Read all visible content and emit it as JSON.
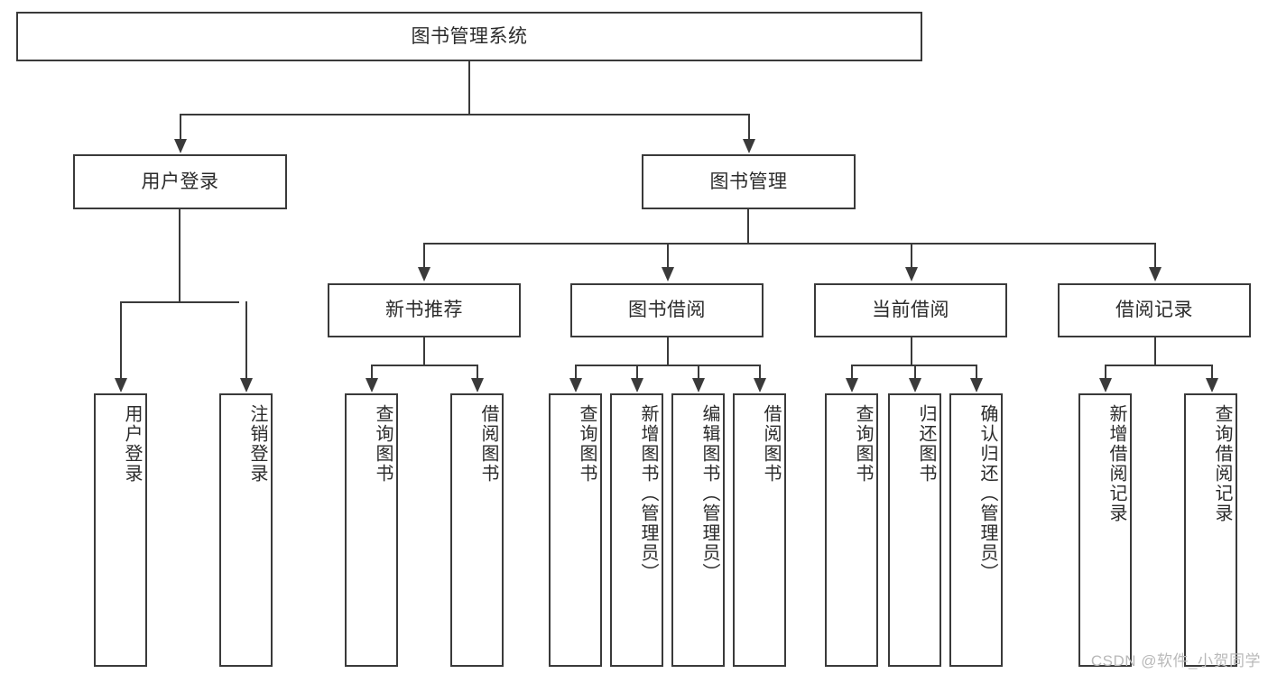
{
  "diagram": {
    "type": "tree",
    "title": "图书管理系统",
    "watermark": "CSDN @软件_小贺同学",
    "colors": {
      "stroke": "#3a3a3a",
      "text": "#2b2b2b",
      "background": "#ffffff",
      "watermark": "#b9b9b9"
    },
    "root": {
      "label": "图书管理系统"
    },
    "level2": [
      {
        "label": "用户登录"
      },
      {
        "label": "图书管理"
      }
    ],
    "level3": [
      {
        "label": "新书推荐"
      },
      {
        "label": "图书借阅"
      },
      {
        "label": "当前借阅"
      },
      {
        "label": "借阅记录"
      }
    ],
    "leaves": {
      "user_login": [
        {
          "label": "用户登录"
        },
        {
          "label": "注销登录"
        }
      ],
      "new_book": [
        {
          "label": "查询图书"
        },
        {
          "label": "借阅图书"
        }
      ],
      "book_borrow": [
        {
          "label": "查询图书"
        },
        {
          "label": "新增图书（管理员）"
        },
        {
          "label": "编辑图书（管理员）"
        },
        {
          "label": "借阅图书"
        }
      ],
      "current_borrow": [
        {
          "label": "查询图书"
        },
        {
          "label": "归还图书"
        },
        {
          "label": "确认归还（管理员）"
        }
      ],
      "borrow_record": [
        {
          "label": "新增借阅记录"
        },
        {
          "label": "查询借阅记录"
        }
      ]
    }
  }
}
